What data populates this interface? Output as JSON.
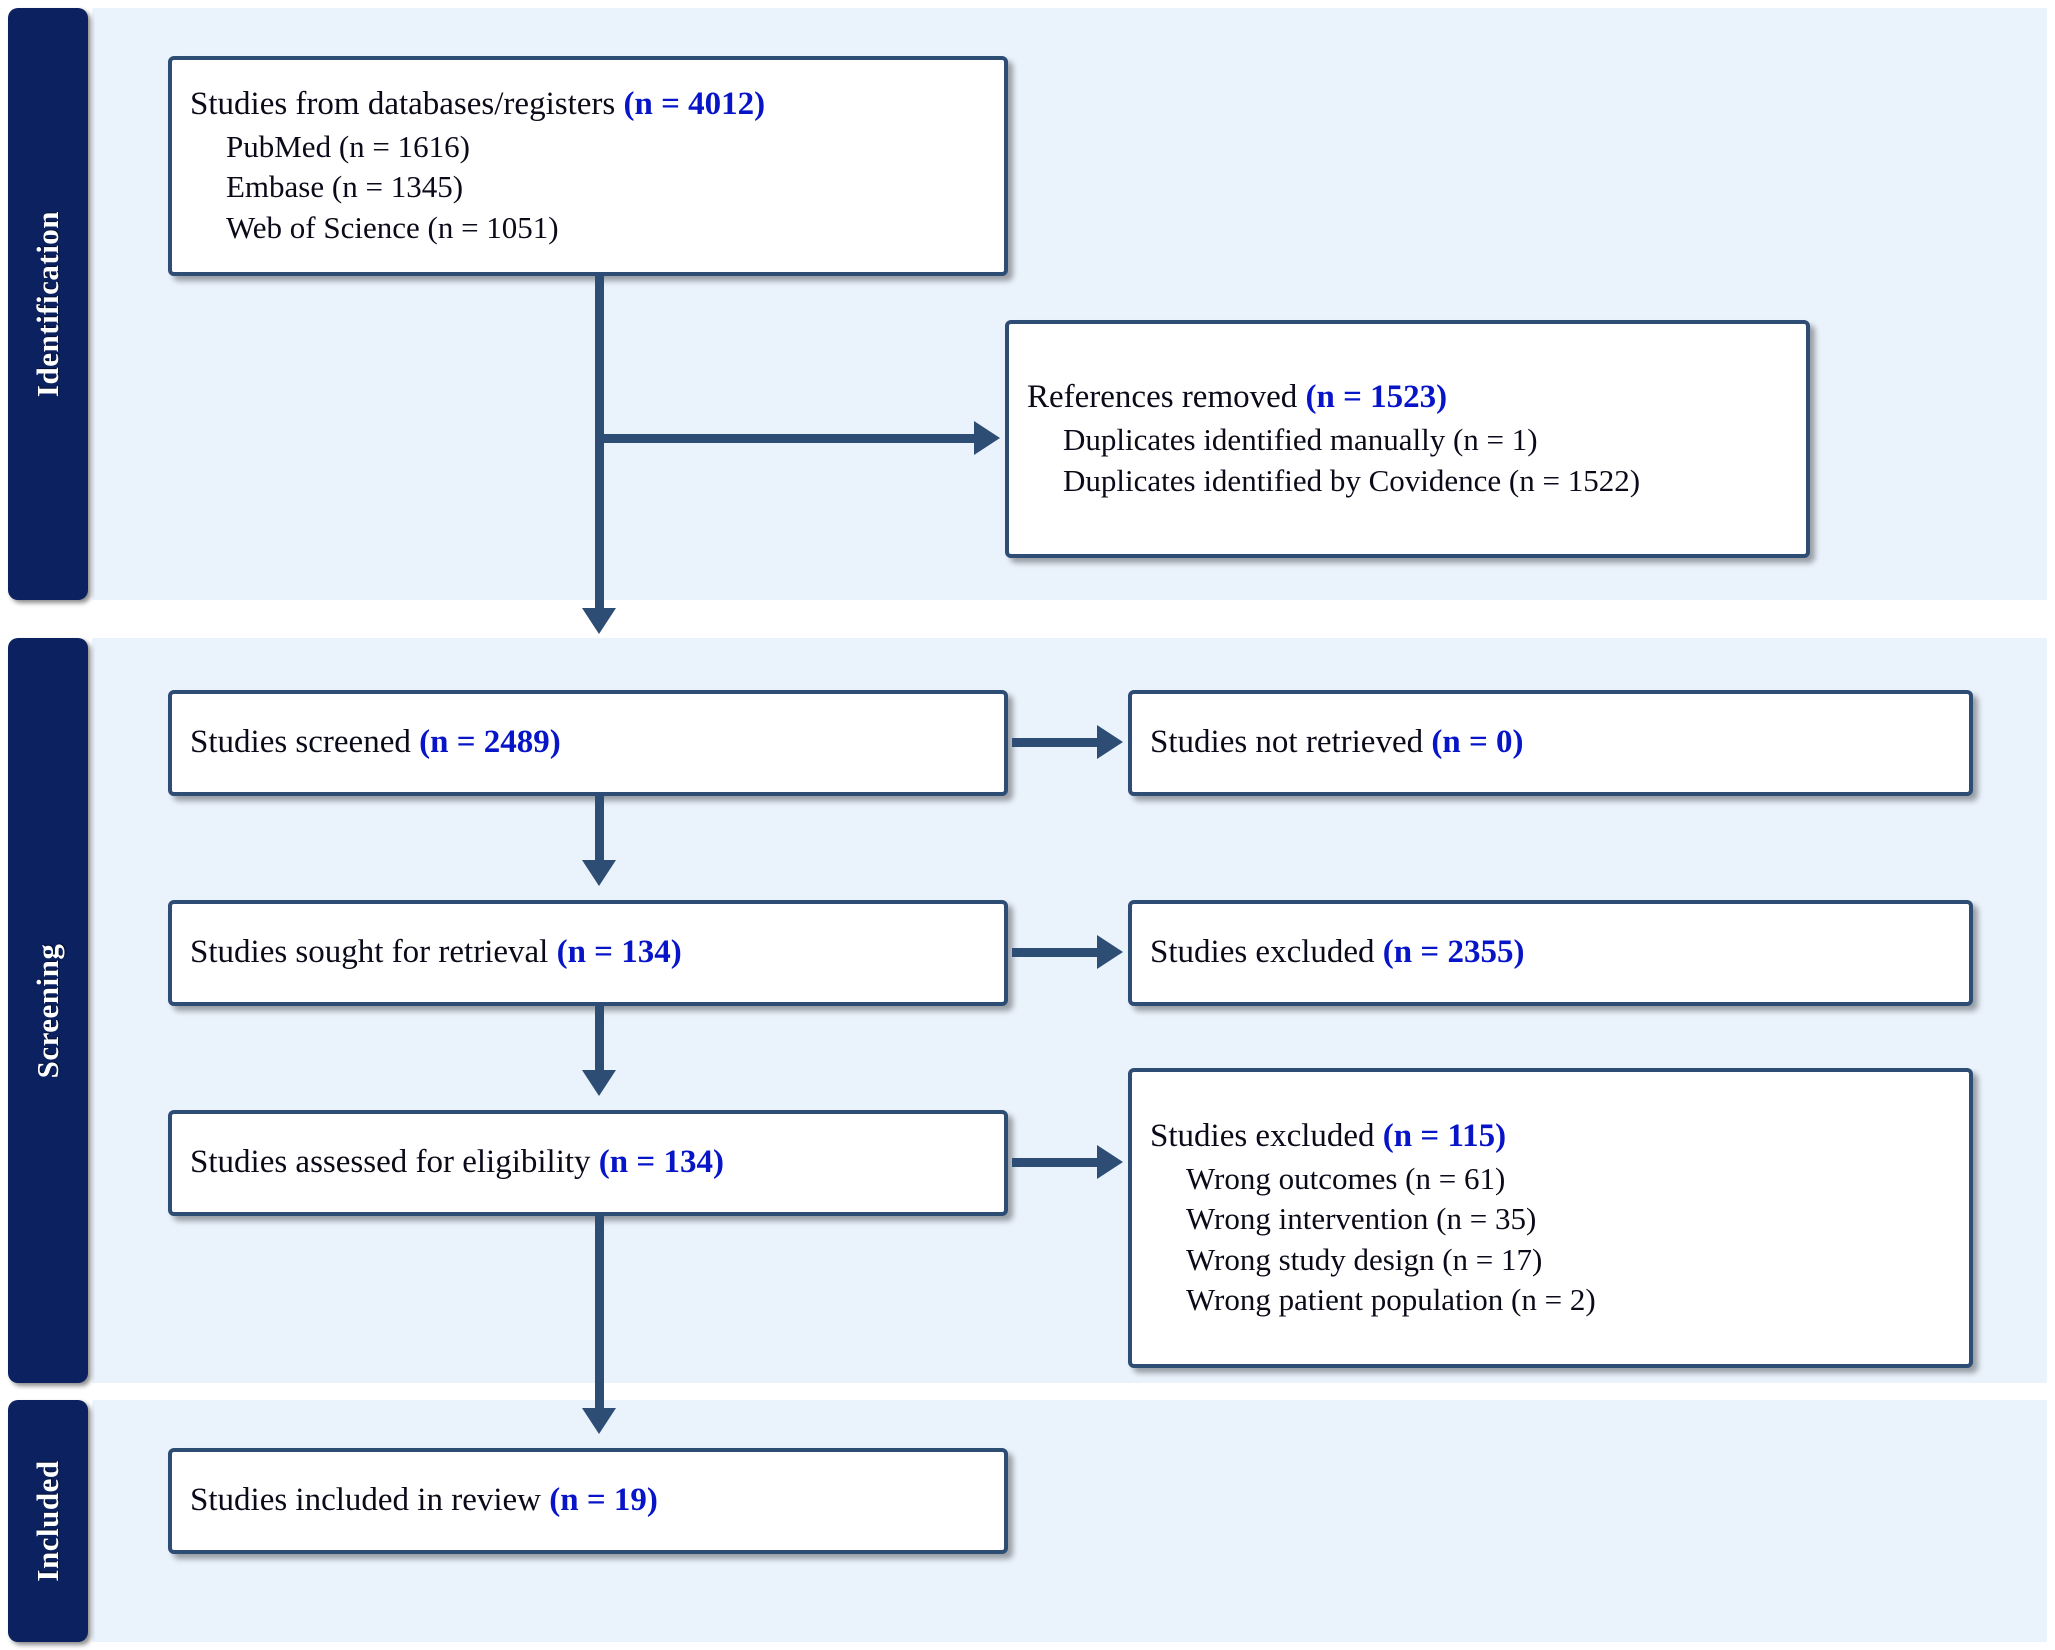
{
  "diagram": {
    "title": "PRISMA flow diagram",
    "colors": {
      "band_background": "#eaf2fc",
      "stage_tab": "#0b2160",
      "box_border": "#2e4d75",
      "count_text": "#0714c8",
      "body_text": "#0a0a19",
      "page_background": "#ffffff"
    }
  },
  "stages": [
    {
      "id": "identification",
      "label": "Identification"
    },
    {
      "id": "screening",
      "label": "Screening"
    },
    {
      "id": "included",
      "label": "Included"
    }
  ],
  "nodes": {
    "records_identified": {
      "head_text": "Studies from databases/registers ",
      "head_count": "(n = 4012)",
      "sublist": [
        "PubMed (n = 1616)",
        "Embase (n = 1345)",
        "Web of Science (n = 1051)"
      ]
    },
    "references_removed": {
      "head_text": "References removed ",
      "head_count": "(n = 1523)",
      "sublist": [
        "Duplicates identified manually (n = 1)",
        "Duplicates identified by Covidence (n = 1522)"
      ]
    },
    "studies_screened": {
      "head_text": "Studies screened ",
      "head_count": "(n = 2489)",
      "sublist": []
    },
    "studies_not_retrieved": {
      "head_text": "Studies not retrieved ",
      "head_count": "(n = 0)",
      "sublist": []
    },
    "studies_sought": {
      "head_text": "Studies sought for retrieval ",
      "head_count": "(n = 134)",
      "sublist": []
    },
    "studies_excluded_screening": {
      "head_text": "Studies excluded ",
      "head_count": "(n = 2355)",
      "sublist": []
    },
    "studies_assessed": {
      "head_text": "Studies assessed for eligibility ",
      "head_count": "(n = 134)",
      "sublist": []
    },
    "studies_excluded_eligibility": {
      "head_text": "Studies excluded ",
      "head_count": "(n = 115)",
      "sublist": [
        "Wrong outcomes (n = 61)",
        "Wrong intervention (n = 35)",
        "Wrong study design (n = 17)",
        "Wrong patient population (n = 2)"
      ]
    },
    "studies_included": {
      "head_text": "Studies included in review ",
      "head_count": "(n = 19)",
      "sublist": []
    }
  }
}
